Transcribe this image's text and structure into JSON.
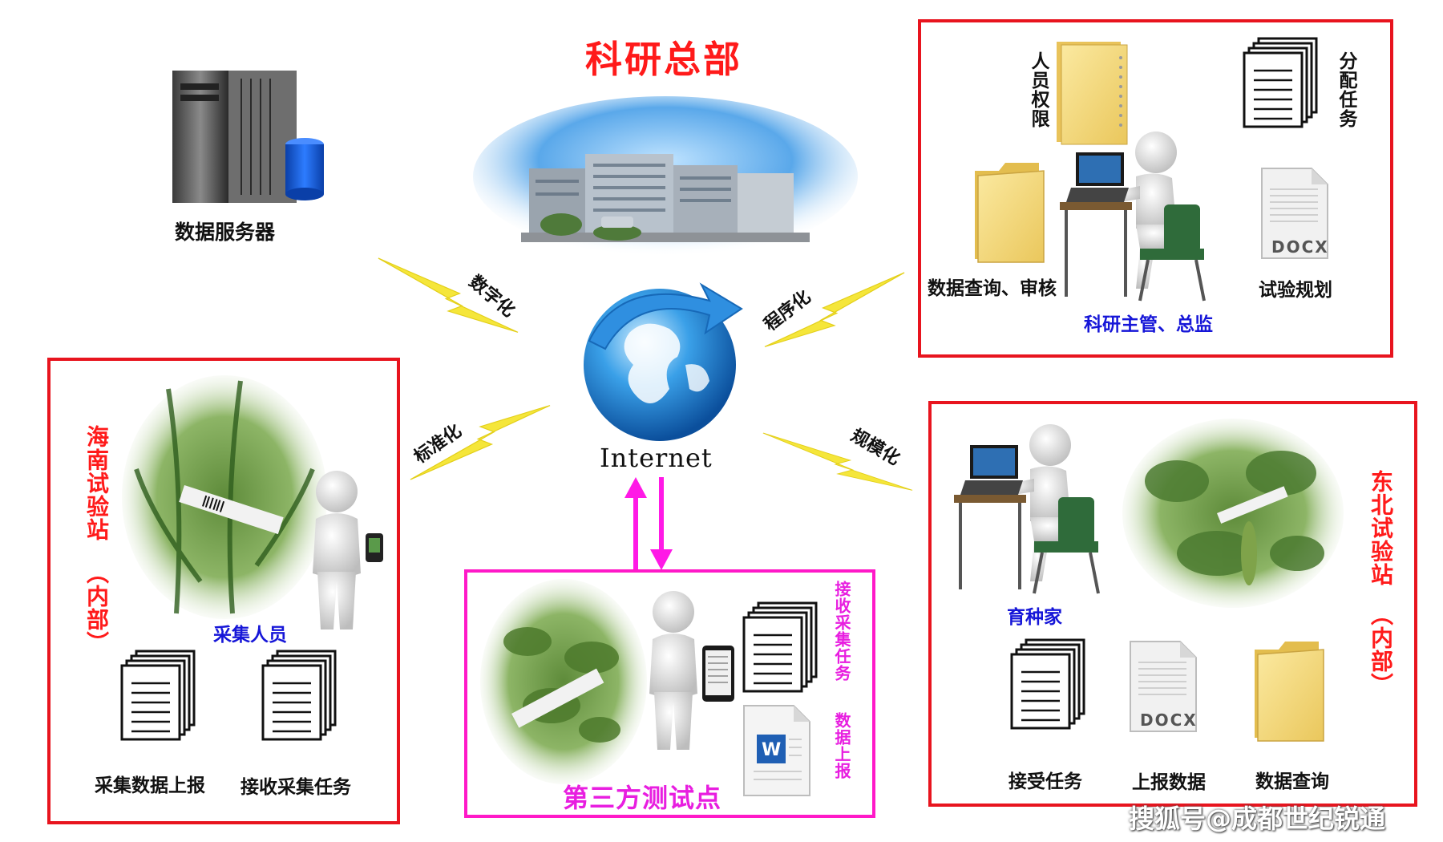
{
  "hq": {
    "title": "科研总部"
  },
  "server": {
    "label": "数据服务器"
  },
  "internet": {
    "label": "Internet"
  },
  "links": {
    "digitization": "数字化",
    "proceduralization": "程序化",
    "standardization": "标准化",
    "scaling": "规模化"
  },
  "research_box": {
    "personnel_permissions": "人员权限",
    "assign_tasks": "分配任务",
    "query_review": "数据查询、审核",
    "trial_planning": "试验规划",
    "role": "科研主管、总监",
    "docx_badge": "DOCX"
  },
  "hainan_box": {
    "station": "海南试验站",
    "internal": "（内部）",
    "collector": "采集人员",
    "upload": "采集数据上报",
    "receive": "接收采集任务"
  },
  "third_party": {
    "title": "第三方测试点",
    "receive_tasks": "接收采集任务",
    "data_report": "数据上报"
  },
  "northeast_box": {
    "station": "东北试验站",
    "internal": "（内部）",
    "breeder": "育种家",
    "accept_tasks": "接受任务",
    "report_data": "上报数据",
    "query_data": "数据查询",
    "docx_badge": "DOCX"
  },
  "watermark": "搜狐号@成都世纪锐通",
  "colors": {
    "frame_red": "#e8141e",
    "frame_pink": "#ff19c8",
    "bolt": "#f5e63a",
    "arrow": "#ff19e6",
    "label_blue": "#1616d8"
  }
}
